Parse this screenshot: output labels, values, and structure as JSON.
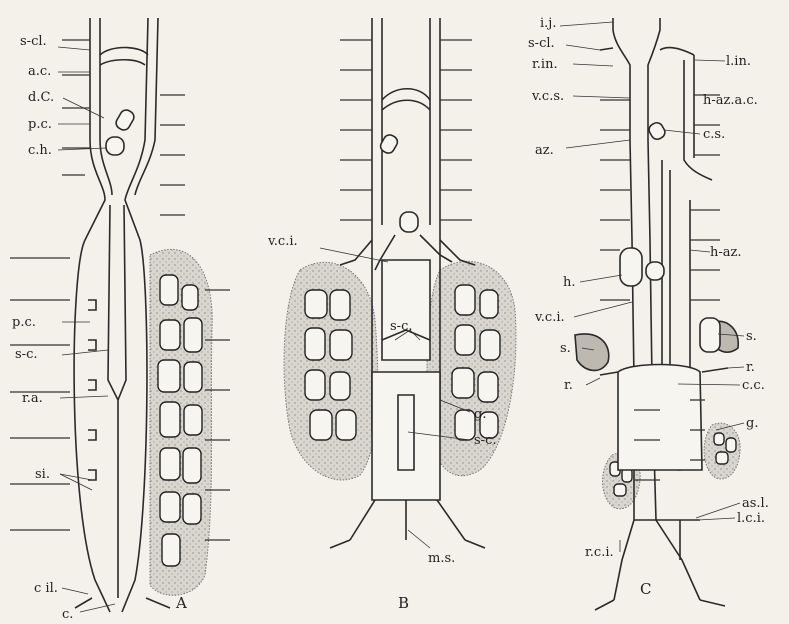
{
  "figure": {
    "panels": [
      "A",
      "B",
      "C"
    ]
  },
  "labels": {
    "A": [
      "s-cl.",
      "a.c.",
      "d.C.",
      "p.c.",
      "c.h.",
      "p.c.",
      "s-c.",
      "r.a.",
      "si.",
      "c il.",
      "c."
    ],
    "B": [
      "v.c.i.",
      "s-c.",
      "g.",
      "s-c.",
      "m.s."
    ],
    "C": [
      "i.j.",
      "s-cl.",
      "r.in.",
      "v.c.s.",
      "az.",
      "l.in.",
      "h-az.a.c.",
      "c.s.",
      "h-az.",
      "h.",
      "v.c.i.",
      "s.",
      "s.",
      "r.",
      "r.",
      "c.c.",
      "g.",
      "as.l.",
      "l.c.i.",
      "r.c.i."
    ]
  }
}
